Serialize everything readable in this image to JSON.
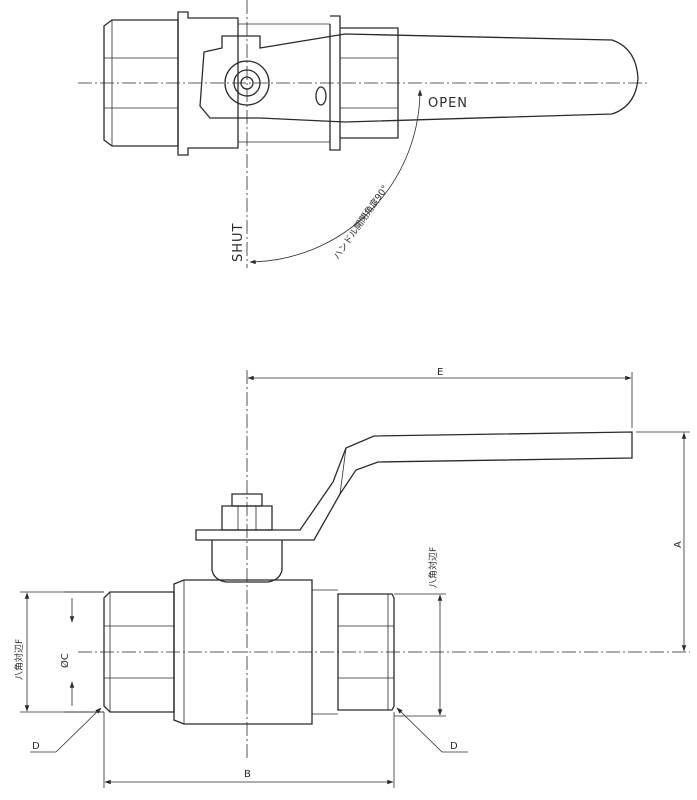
{
  "top_view": {
    "open_label": "OPEN",
    "shut_label": "SHUT",
    "angle_note": "ハンドル開閉角度90°"
  },
  "side_view": {
    "dim_A": "A",
    "dim_B": "B",
    "dim_C": "ØC",
    "dim_D_left": "D",
    "dim_D_right": "D",
    "dim_E": "E",
    "dim_F_left": "八角対辺F",
    "dim_F_right": "八角対辺F"
  }
}
